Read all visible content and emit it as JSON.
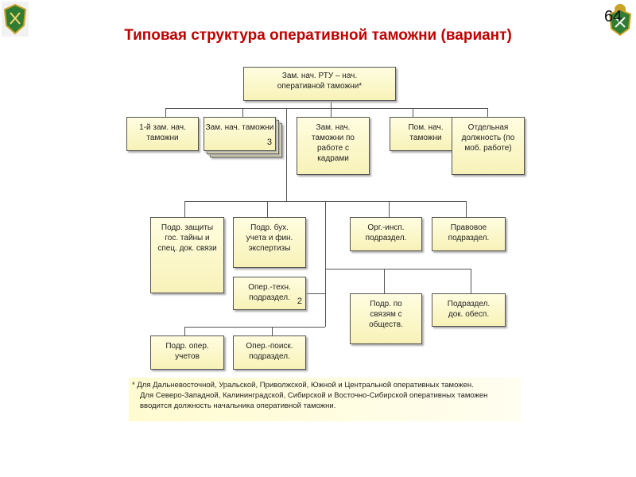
{
  "title": "Типовая структура оперативной таможни (вариант)",
  "page_number": "64",
  "boxes": {
    "head": "Зам. нач. РТУ – нач. оперативной таможни*",
    "first_deputy": "1-й зам. нач. таможни",
    "deputies": "Зам. нач. таможни",
    "deputies_count": "3",
    "hr_deputy": "Зам. нач. таможни по работе с кадрами",
    "assistant": "Пом. нач. таможни",
    "mob_position": "Отдельная должность (по моб. работе)",
    "state_secret": "Подр. защиты гос. тайны и спец. док. связи",
    "accounting": "Подр. бух. учета и фин. экспертизы",
    "org_insp": "Орг.-инсп. подраздел.",
    "legal": "Правовое подраздел.",
    "oper_tech": "Опер.-техн. подраздел.",
    "oper_tech_count": "2",
    "public_relations": "Подр. по связям с обществ.",
    "doc_support": "Подраздел. док. обесп.",
    "oper_records": "Подр. опер. учетов",
    "oper_search": "Опер.-поиск. подраздел."
  },
  "footnote": {
    "line1": "* Для Дальневосточной, Уральской, Приволжской, Южной и Центральной оперативных таможен.",
    "line2": "Для Северо-Западной, Калининградской, Сибирской и Восточно-Сибирской оперативных таможен вводится должность начальника оперативной таможни."
  },
  "colors": {
    "title": "#c00000",
    "box": "#fbf6c8",
    "logo": "#2e7d32"
  }
}
